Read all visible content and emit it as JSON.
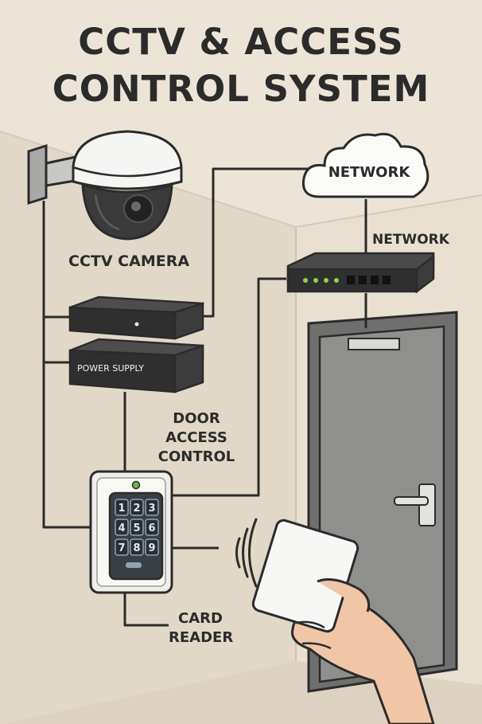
{
  "title": {
    "line1": "CCTV & ACCESS",
    "line2": "CONTROL SYSTEM"
  },
  "labels": {
    "cctv_camera": "CCTV CAMERA",
    "network_cloud": "NETWORK",
    "network_switch": "NETWORK",
    "power_supply": "POWER SUPPLY",
    "door_access_line1": "DOOR",
    "door_access_line2": "ACCESS",
    "door_access_line3": "CONTROL",
    "card_reader_line1": "CARD",
    "card_reader_line2": "READER"
  },
  "keypad_keys": [
    "1",
    "2",
    "3",
    "4",
    "5",
    "6",
    "7",
    "8",
    "9"
  ],
  "colors": {
    "background": "#ece4d7",
    "wall_left": "#e2d8c8",
    "wall_right": "#e8dfd1",
    "door": "#8e8e8c",
    "device_dark": "#2f2f2f",
    "line": "#2b2b2b",
    "led_green": "#8fd14f"
  }
}
